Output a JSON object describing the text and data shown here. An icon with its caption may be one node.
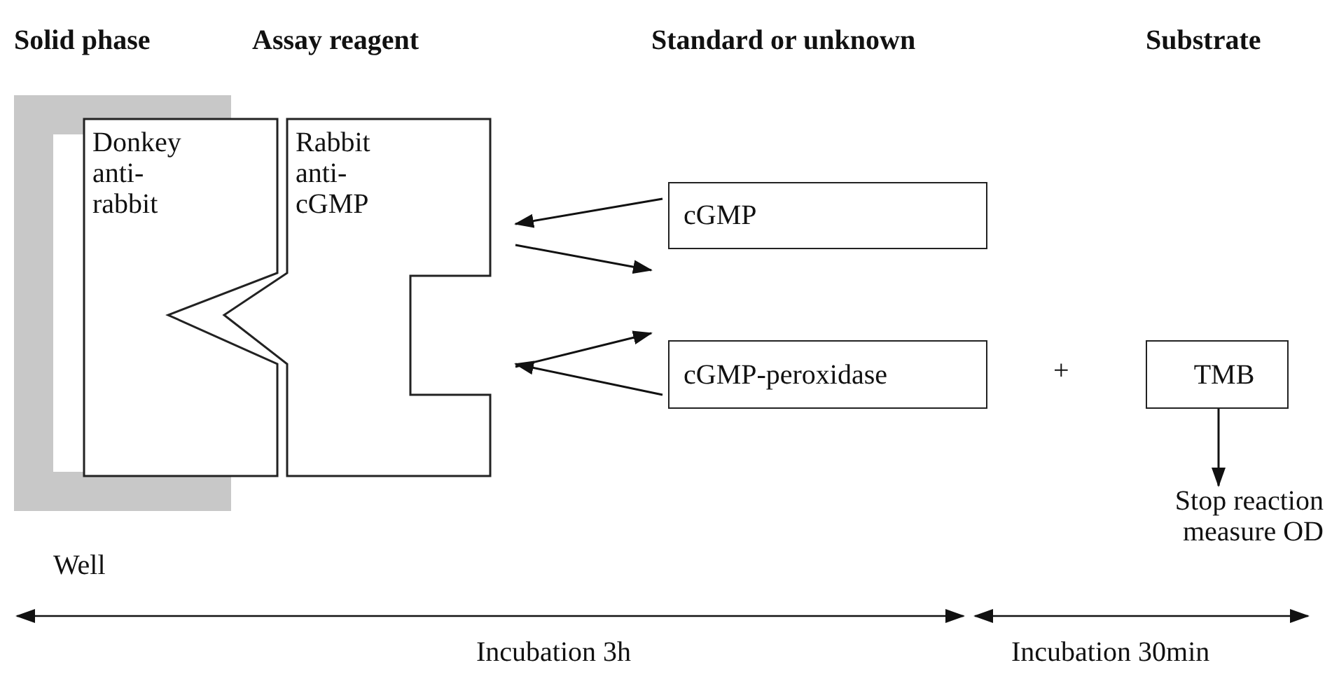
{
  "diagram": {
    "nodes": [
      {
        "text": [
          "Donkey anti-rabbit"
        ]
      },
      {
        "text": [
          "Rabbit anti-cGMP"
        ]
      },
      {
        "text": [
          "cGMP"
        ]
      },
      {
        "text": [
          "cGMP-peroxidase"
        ]
      },
      {
        "text": [
          "TMB"
        ]
      },
      {
        "text": [
          "Stop reaction measure OD"
        ]
      }
    ],
    "edges": [
      {
        "from": 2,
        "to": 1,
        "arrow": "to"
      },
      {
        "from": 1,
        "to": 2,
        "arrow": "to"
      },
      {
        "from": 1,
        "to": 3,
        "arrow": "to"
      },
      {
        "from": 3,
        "to": 1,
        "arrow": "to"
      },
      {
        "from": 4,
        "to": 5,
        "arrow": "to"
      }
    ],
    "labels": [
      "Solid phase",
      "Assay reagent",
      "Standard or unknown",
      "Substrate",
      "+",
      "Well",
      "Incubation 3h",
      "Incubation 30min"
    ]
  }
}
